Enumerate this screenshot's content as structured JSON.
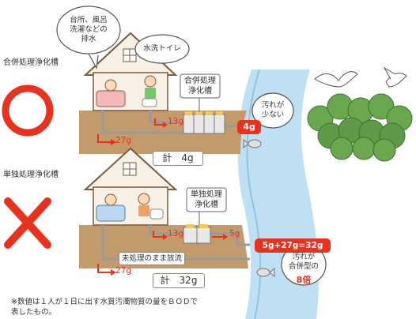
{
  "labels": {
    "combined_tank": "合併処理浄化槽",
    "single_tank": "単独処理浄化槽"
  },
  "top": {
    "bubble_wastewater": "台所、風呂\n洗濯などの\n排水",
    "bubble_toilet": "水洗トイレ",
    "tank_label": "合併処理\n浄化槽",
    "flow_kitchen": "27g",
    "flow_toilet": "13g",
    "output": "4g",
    "total": "計　4g",
    "result_bubble": "汚れが\n少ない"
  },
  "bottom": {
    "tank_label": "単独処理\n浄化槽",
    "flow_kitchen": "27g",
    "flow_toilet": "13g",
    "flow_out": "5g",
    "output": "5g+27g=32g",
    "untreated": "未処理のまま放流",
    "total": "計　32g",
    "result_bubble_line1": "汚れが\n合併型の",
    "result_bubble_line2": "8倍"
  },
  "footnote": "※数値は１人が１日に出す水質汚濁物質の量をＢＯＤで\n表したもの。",
  "colors": {
    "accent_red": "#e8321e",
    "river": "#9ccfe8",
    "ground": "#b58a5c",
    "tree": "#5f9a4a"
  }
}
